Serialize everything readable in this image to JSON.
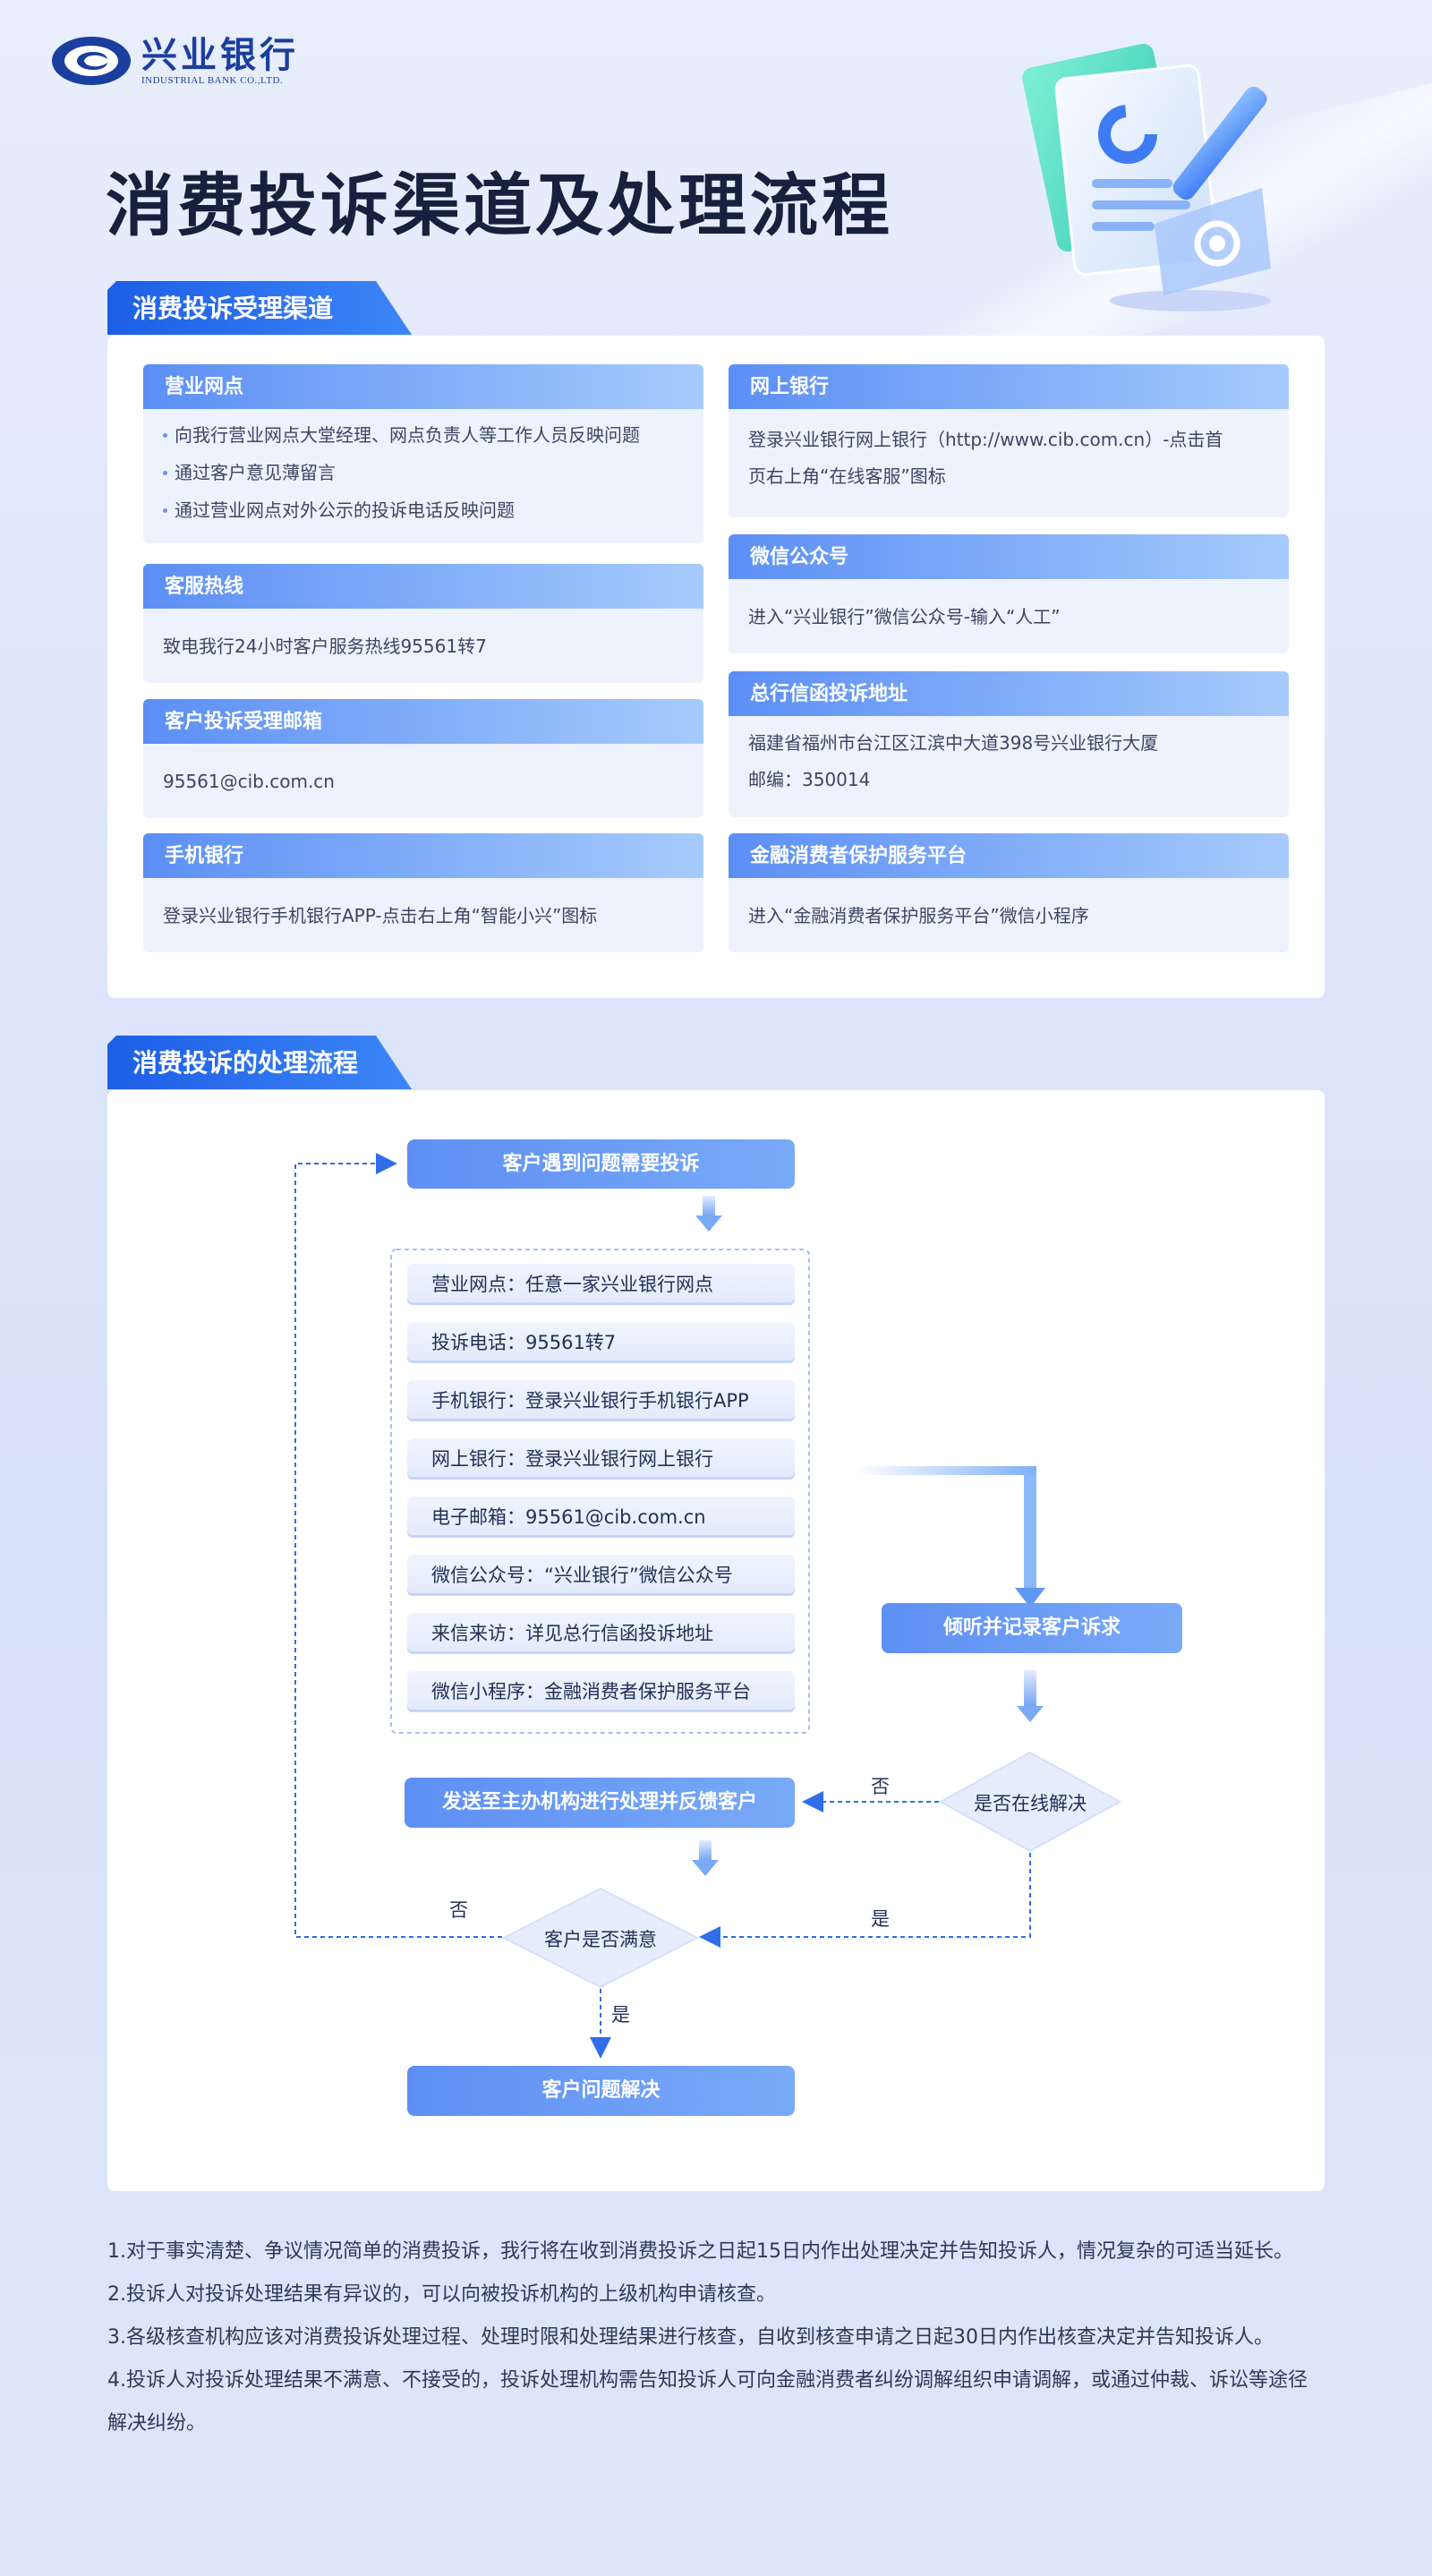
{
  "logo": {
    "cn": "兴业银行",
    "en": "INDUSTRIAL BANK CO.,LTD."
  },
  "title": "消费投诉渠道及处理流程",
  "section1": {
    "heading": "消费投诉受理渠道",
    "channels": [
      {
        "id": "branch",
        "title": "营业网点",
        "bullets": [
          "向我行营业网点大堂经理、网点负责人等工作人员反映问题",
          "通过客户意见薄留言",
          "通过营业网点对外公示的投诉电话反映问题"
        ]
      },
      {
        "id": "hotline",
        "title": "客服热线",
        "lines": [
          "致电我行24小时客户服务热线95561转7"
        ]
      },
      {
        "id": "email",
        "title": "客户投诉受理邮箱",
        "lines": [
          "95561@cib.com.cn"
        ]
      },
      {
        "id": "mobile",
        "title": "手机银行",
        "lines": [
          "登录兴业银行手机银行APP-点击右上角“智能小兴”图标"
        ]
      },
      {
        "id": "online",
        "title": "网上银行",
        "lines": [
          "登录兴业银行网上银行（http://www.cib.com.cn）-点击首",
          "页右上角“在线客服”图标"
        ]
      },
      {
        "id": "wechat",
        "title": "微信公众号",
        "lines": [
          "进入“兴业银行”微信公众号-输入“人工”"
        ]
      },
      {
        "id": "letter",
        "title": "总行信函投诉地址",
        "lines": [
          "福建省福州市台江区江滨中大道398号兴业银行大厦",
          "邮编：350014"
        ]
      },
      {
        "id": "platform",
        "title": "金融消费者保护服务平台",
        "lines": [
          "进入“金融消费者保护服务平台”微信小程序"
        ]
      }
    ]
  },
  "section2": {
    "heading": "消费投诉的处理流程",
    "start": "客户遇到问题需要投诉",
    "items": [
      "营业网点：任意一家兴业银行网点",
      "投诉电话：95561转7",
      "手机银行：登录兴业银行手机银行APP",
      "网上银行：登录兴业银行网上银行",
      "电子邮箱：95561@cib.com.cn",
      "微信公众号：“兴业银行”微信公众号",
      "来信来访：详见总行信函投诉地址",
      "微信小程序：金融消费者保护服务平台"
    ],
    "listen": "倾听并记录客户诉求",
    "online_q": "是否在线解决",
    "no": "否",
    "yes": "是",
    "send": "发送至主办机构进行处理并反馈客户",
    "satisfied_q": "客户是否满意",
    "resolved": "客户问题解决"
  },
  "notes": [
    "1.对于事实清楚、争议情况简单的消费投诉，我行将在收到消费投诉之日起15日内作出处理决定并告知投诉人，情况复杂的可适当延长。",
    "2.投诉人对投诉处理结果有异议的，可以向被投诉机构的上级机构申请核查。",
    "3.各级核查机构应该对消费投诉处理过程、处理时限和处理结果进行核查，自收到核查申请之日起30日内作出核查决定并告知投诉人。",
    "4.投诉人对投诉处理结果不满意、不接受的，投诉处理机构需告知投诉人可向金融消费者纠纷调解组织申请调解，或通过仲裁、诉讼等途径解决纠纷。"
  ],
  "colors": {
    "primary": "#1d5ee6",
    "accent": "#5e8ff4",
    "title": "#17213d",
    "logo": "#1b3f9f"
  }
}
